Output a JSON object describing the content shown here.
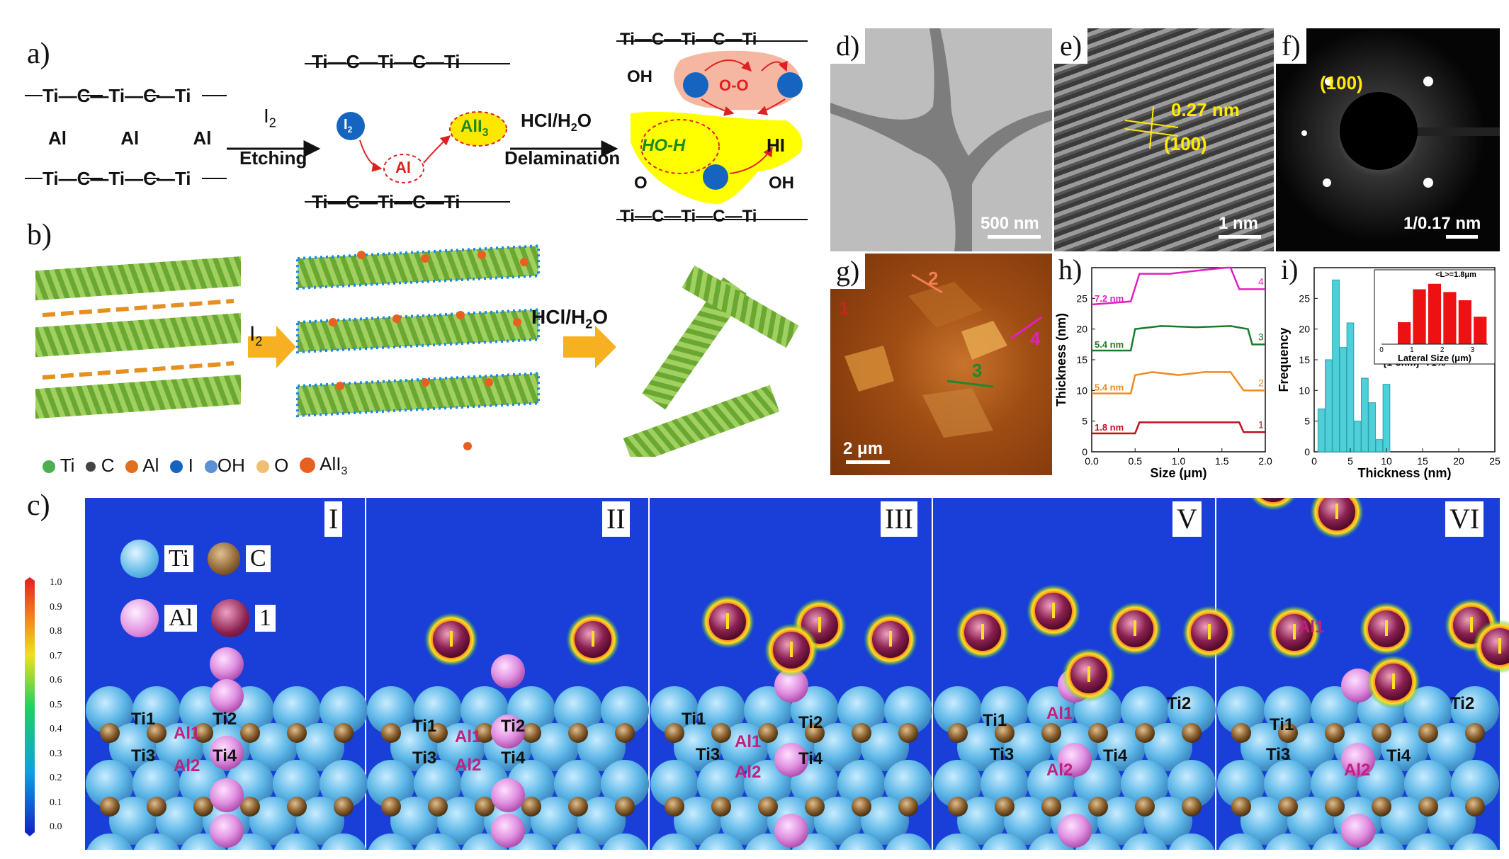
{
  "panel_labels": {
    "a": "a)",
    "b": "b)",
    "c": "c)",
    "d": "d)",
    "e": "e)",
    "f": "f)",
    "g": "g)",
    "h": "h)",
    "i": "i)"
  },
  "scheme_a": {
    "ti": "Ti",
    "c": "C",
    "al": "Al",
    "i": "I",
    "i2": "I",
    "i2_sub": "2",
    "o_o": "O-O",
    "ali3": "AlI",
    "ali3_sub": "3",
    "hoh": "HO-H",
    "hi": "HI",
    "oh": "OH",
    "o": "O",
    "step1_reagent": "I",
    "step1_sub": "2",
    "step1_label": "Etching",
    "step2_reagent": "HCl/H",
    "step2_sub": "2",
    "step2_tail": "O",
    "step2_label": "Delamination"
  },
  "scheme_b": {
    "step1_reagent": "I",
    "step1_sub": "2",
    "step2_reagent": "HCl/H",
    "step2_sub": "2",
    "step2_tail": "O",
    "legend": [
      {
        "symbol": "Ti",
        "color": "#4caf50"
      },
      {
        "symbol": "C",
        "color": "#444444"
      },
      {
        "symbol": "Al",
        "color": "#e07020"
      },
      {
        "symbol": "I",
        "color": "#1565c0"
      },
      {
        "symbol": "OH",
        "color": "#5b8fd6"
      },
      {
        "symbol": "O",
        "color": "#f0c070"
      },
      {
        "symbol": "AlI",
        "sub": "3",
        "color": "#e86020"
      }
    ]
  },
  "tem_d": {
    "scale": "500 nm"
  },
  "hrtem_e": {
    "spacing": "0.27 nm",
    "plane": "(100)",
    "scale": "1 nm"
  },
  "saed_f": {
    "plane": "(100)",
    "scale": "1/0.17 nm"
  },
  "afm_g": {
    "scale": "2 μm",
    "lines": [
      "1",
      "2",
      "3",
      "4"
    ],
    "line_colors": [
      "#d02020",
      "#f08050",
      "#1a8a30",
      "#e020c0"
    ]
  },
  "chart_data": [
    {
      "type": "line",
      "panel": "h)",
      "xlabel": "Size (μm)",
      "ylabel": "Thickness (nm)",
      "xlim": [
        0.0,
        2.0
      ],
      "ylim": [
        0,
        30
      ],
      "xticks": [
        "0.0",
        "0.5",
        "1.0",
        "1.5",
        "2.0"
      ],
      "yticks": [
        "0",
        "5",
        "10",
        "15",
        "20",
        "25"
      ],
      "series": [
        {
          "name": "1",
          "color": "#c01020",
          "annotation": "1.8 nm",
          "x": [
            0,
            0.5,
            0.55,
            1.7,
            1.75,
            2.0
          ],
          "y": [
            3,
            3,
            4.8,
            4.8,
            3.2,
            3.2
          ]
        },
        {
          "name": "2",
          "color": "#f08a20",
          "annotation": "5.4 nm",
          "x": [
            0,
            0.45,
            0.5,
            0.7,
            1.0,
            1.3,
            1.6,
            1.7,
            1.75,
            2.0
          ],
          "y": [
            9.5,
            9.5,
            12.5,
            13,
            12.5,
            13,
            13,
            11,
            10,
            10
          ]
        },
        {
          "name": "3",
          "color": "#1a7a2a",
          "annotation": "5.4 nm",
          "x": [
            0,
            0.45,
            0.5,
            0.8,
            1.2,
            1.6,
            1.8,
            1.85,
            2.0
          ],
          "y": [
            16.5,
            16.5,
            20,
            20.5,
            20.3,
            20.5,
            20,
            17.5,
            17.5
          ]
        },
        {
          "name": "4",
          "color": "#e020c0",
          "annotation": "7.2 nm",
          "x": [
            0,
            0.45,
            0.55,
            0.9,
            1.2,
            1.55,
            1.6,
            1.7,
            2.0
          ],
          "y": [
            24,
            24.5,
            29,
            29,
            29.5,
            30,
            30,
            26.5,
            26.5
          ]
        }
      ]
    },
    {
      "type": "bar",
      "panel": "i)",
      "xlabel": "Thickness (nm)",
      "ylabel": "Frequency",
      "xlim": [
        0,
        25
      ],
      "ylim": [
        0,
        30
      ],
      "xticks": [
        "0",
        "5",
        "10",
        "15",
        "20",
        "25"
      ],
      "yticks": [
        "0",
        "5",
        "10",
        "15",
        "20",
        "25"
      ],
      "x": [
        1,
        2,
        3,
        4,
        5,
        6,
        7,
        8,
        9,
        10
      ],
      "values": [
        7,
        15,
        28,
        17,
        21,
        5,
        12,
        8,
        2,
        11
      ],
      "bar_color": "#4fd0d8",
      "annotation": "{1-5nm}=71%",
      "inset": {
        "type": "bar",
        "title": "<L>=1.8μm",
        "xlabel": "Lateral Size (μm)",
        "xticks": [
          "0",
          "1",
          "2",
          "3"
        ],
        "x": [
          0.75,
          1.25,
          1.75,
          2.25,
          2.75,
          3.25
        ],
        "values": [
          4,
          10,
          11,
          9.5,
          8,
          5
        ],
        "bar_color": "#ee1111"
      }
    }
  ],
  "sim_c": {
    "panels": [
      "I",
      "II",
      "III",
      "V",
      "VI"
    ],
    "legend": [
      {
        "symbol": "Ti"
      },
      {
        "symbol": "C"
      },
      {
        "symbol": "Al"
      },
      {
        "symbol": "1"
      }
    ],
    "colorbar": [
      "1.0",
      "0.9",
      "0.8",
      "0.7",
      "0.6",
      "0.5",
      "0.4",
      "0.3",
      "0.2",
      "0.1",
      "0.0"
    ],
    "atom_labels": {
      "ti1": "Ti1",
      "ti2": "Ti2",
      "ti3": "Ti3",
      "ti4": "Ti4",
      "al1": "Al1",
      "al2": "Al2"
    }
  }
}
